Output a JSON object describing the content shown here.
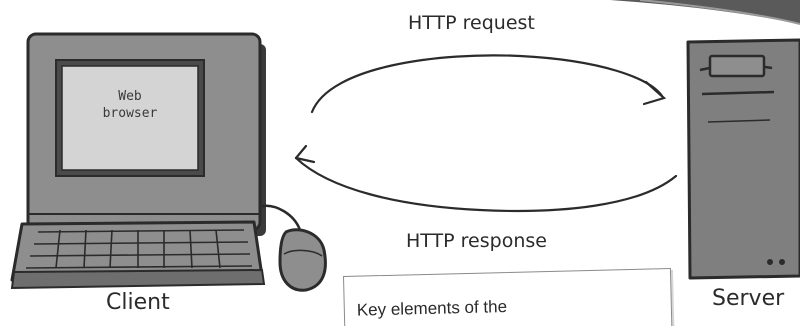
{
  "diagram": {
    "client": {
      "screen_text": [
        "Web",
        "browser"
      ],
      "label": "Client"
    },
    "server": {
      "label": "Server"
    },
    "request_label": "HTTP request",
    "response_label": "HTTP response",
    "note": {
      "text": "Key elements of the"
    }
  },
  "colors": {
    "outline": "#2b2b2b",
    "monitor_body": "#8e8e8e",
    "screen": "#d4d4d4",
    "server_body": "#7f7f7f",
    "page_curl": "#5a5a5a"
  }
}
